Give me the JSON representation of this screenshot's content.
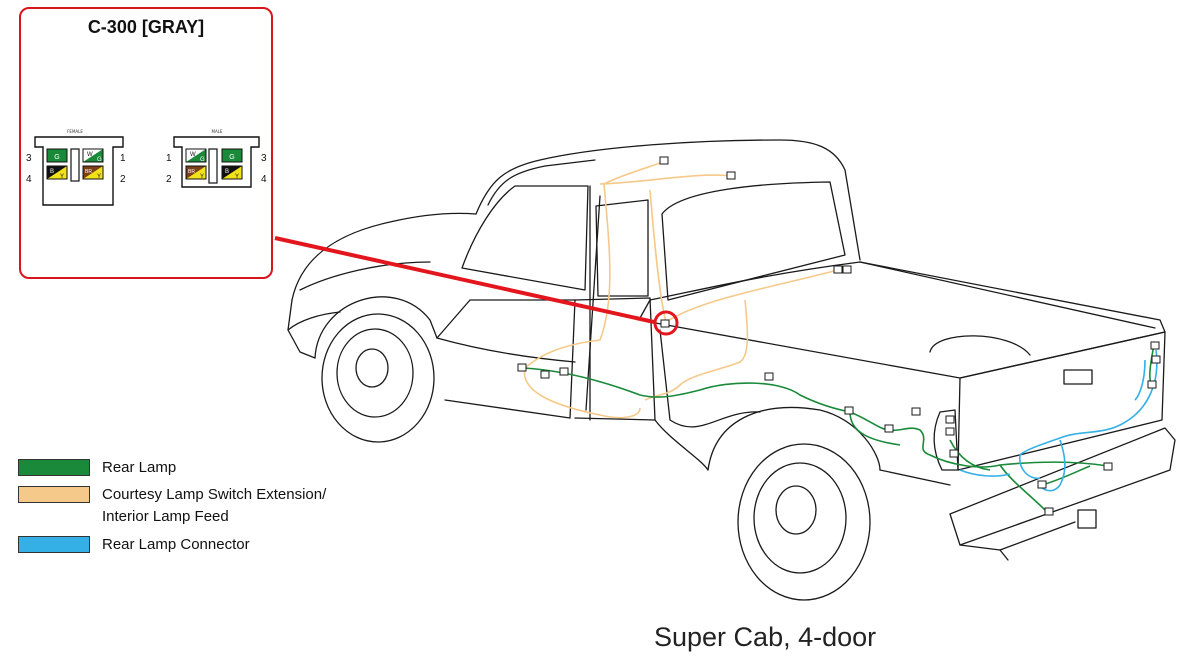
{
  "connector": {
    "title": "C-300 [GRAY]",
    "female": {
      "label": "FEMALE",
      "pins_left": [
        "3",
        "4"
      ],
      "pins_right": [
        "1",
        "2"
      ],
      "cells": [
        {
          "pin": "3",
          "letters": [
            "G"
          ],
          "colors": [
            "#1a8a3a"
          ]
        },
        {
          "pin": "1",
          "letters": [
            "W",
            "G"
          ],
          "colors": [
            "#ffffff",
            "#1a8a3a"
          ]
        },
        {
          "pin": "4",
          "letters": [
            "B",
            "Y"
          ],
          "colors": [
            "#111111",
            "#f2e21a"
          ]
        },
        {
          "pin": "2",
          "letters": [
            "BR",
            "Y"
          ],
          "colors": [
            "#7a3f16",
            "#f2e21a"
          ]
        }
      ]
    },
    "male": {
      "label": "MALE",
      "pins_left": [
        "1",
        "2"
      ],
      "pins_right": [
        "3",
        "4"
      ],
      "cells": [
        {
          "pin": "1",
          "letters": [
            "W",
            "G"
          ],
          "colors": [
            "#ffffff",
            "#1a8a3a"
          ]
        },
        {
          "pin": "3",
          "letters": [
            "G"
          ],
          "colors": [
            "#1a8a3a"
          ]
        },
        {
          "pin": "2",
          "letters": [
            "BR",
            "Y"
          ],
          "colors": [
            "#7a3f16",
            "#f2e21a"
          ]
        },
        {
          "pin": "4",
          "letters": [
            "B",
            "Y"
          ],
          "colors": [
            "#111111",
            "#f2e21a"
          ]
        }
      ]
    }
  },
  "legend": [
    {
      "label": "Rear Lamp",
      "color": "#1a8a3a"
    },
    {
      "label": "Courtesy Lamp Switch Extension/",
      "label2": "Interior Lamp Feed",
      "color": "#f5c98a"
    },
    {
      "label": "Rear Lamp  Connector",
      "color": "#2aaae2"
    }
  ],
  "caption": "Super Cab, 4-door",
  "colors": {
    "callout": "#e3161d",
    "rear_lamp": "#1a8a3a",
    "courtesy": "#f5c98a",
    "connector": "#35b0e6",
    "outline": "#1a1a1a"
  }
}
